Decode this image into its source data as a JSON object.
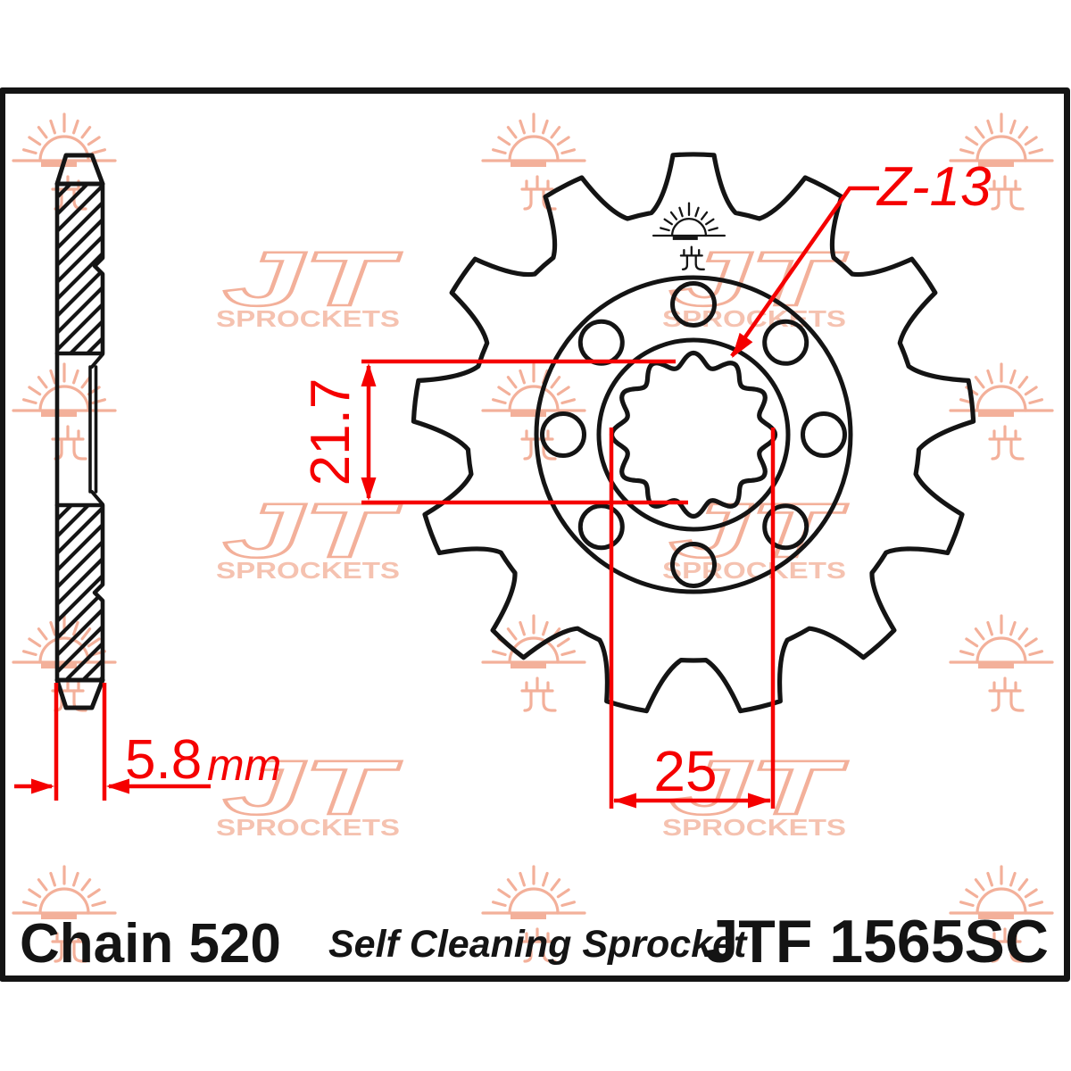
{
  "footer": {
    "chain_label": "Chain 520",
    "subtitle": "Self Cleaning Sprocket",
    "part_number": "JTF 1565SC"
  },
  "dimensions": {
    "teeth_label": "Z-13",
    "bore_minor_diameter": "21.7",
    "bore_major_diameter": "25",
    "thickness_value": "5.8",
    "thickness_unit": "mm"
  },
  "watermark": {
    "brand": "JT",
    "brand_sub": "SPROCKETS"
  },
  "sprocket": {
    "teeth_count": 13,
    "bolt_holes": 8,
    "chain_size": "520"
  },
  "colors": {
    "dimension_red": "#f50000",
    "line_black": "#141414",
    "watermark_stroke": "#f3b09a",
    "watermark_fill": "#f5c2b0",
    "background": "#ffffff"
  }
}
